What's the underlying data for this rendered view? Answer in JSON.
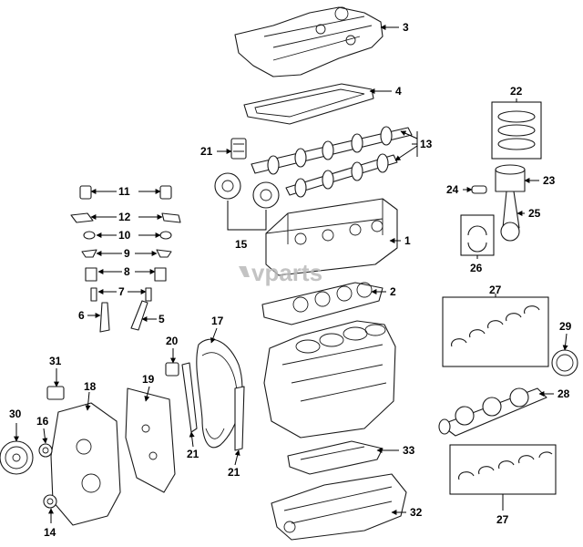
{
  "watermark": "vparts",
  "callouts": {
    "c1": "1",
    "c2": "2",
    "c3": "3",
    "c4": "4",
    "c5": "5",
    "c6": "6",
    "c7": "7",
    "c8": "8",
    "c9": "9",
    "c10": "10",
    "c11": "11",
    "c12": "12",
    "c13": "13",
    "c14": "14",
    "c15": "15",
    "c16": "16",
    "c17": "17",
    "c18": "18",
    "c19": "19",
    "c20": "20",
    "c21a": "21",
    "c21b": "21",
    "c21c": "21",
    "c22": "22",
    "c23": "23",
    "c24": "24",
    "c25": "25",
    "c26": "26",
    "c27a": "27",
    "c27b": "27",
    "c28": "28",
    "c29": "29",
    "c30": "30",
    "c31": "31",
    "c32": "32",
    "c33": "33"
  }
}
